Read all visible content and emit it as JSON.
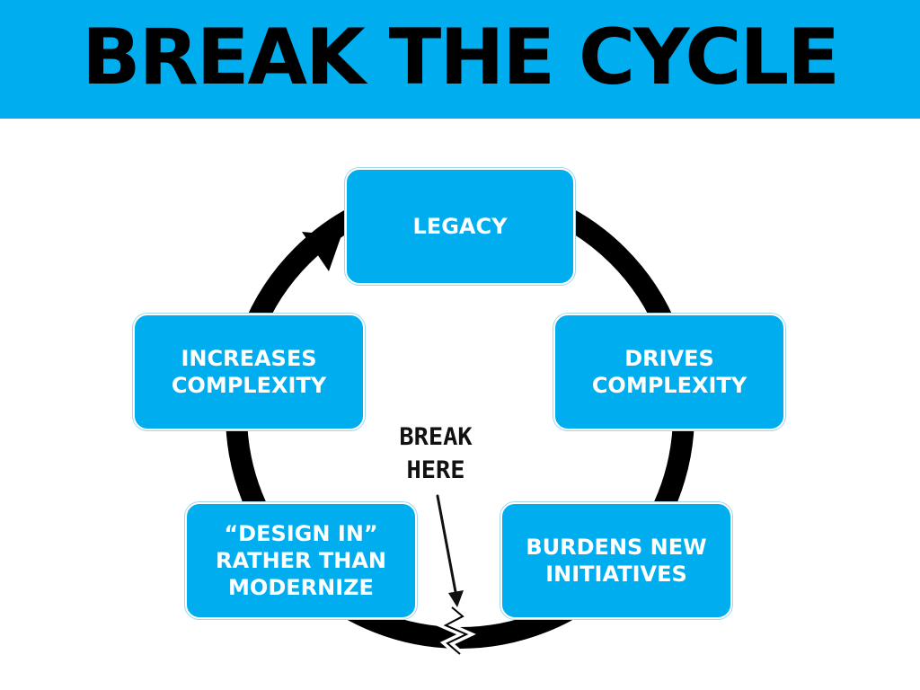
{
  "title": "BREAK THE CYCLE",
  "colors": {
    "accent": "#00aeef",
    "node_text": "#ffffff",
    "cycle_stroke": "#000000"
  },
  "nodes": [
    {
      "label": "LEGACY"
    },
    {
      "label": "DRIVES\nCOMPLEXITY"
    },
    {
      "label": "BURDENS NEW\nINITIATIVES"
    },
    {
      "label": "“DESIGN IN”\nRATHER THAN\nMODERNIZE"
    },
    {
      "label": "INCREASES\nCOMPLEXITY"
    }
  ],
  "callout": {
    "label": "BREAK\nHERE"
  }
}
